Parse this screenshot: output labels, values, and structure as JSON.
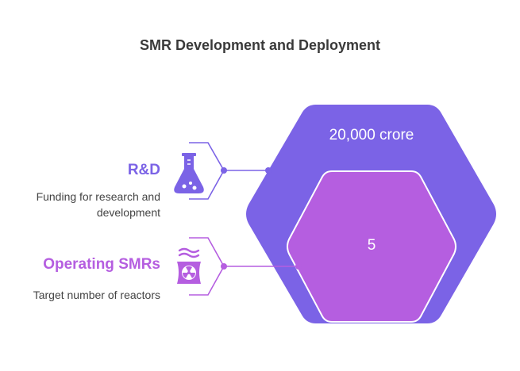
{
  "title": "SMR Development and Deployment",
  "items": [
    {
      "heading": "R&D",
      "description": "Funding for research and development",
      "value": "20,000 crore",
      "icon": "flask-icon",
      "color": "#7b63e6"
    },
    {
      "heading": "Operating SMRs",
      "description": "Target number of reactors",
      "value": "5",
      "icon": "nuclear-plant-icon",
      "color": "#b55ee0"
    }
  ],
  "colors": {
    "outer_hexagon": "#7b63e6",
    "inner_hexagon": "#b55ee0",
    "title_text": "#3a3a3a",
    "description_text": "#444444"
  }
}
